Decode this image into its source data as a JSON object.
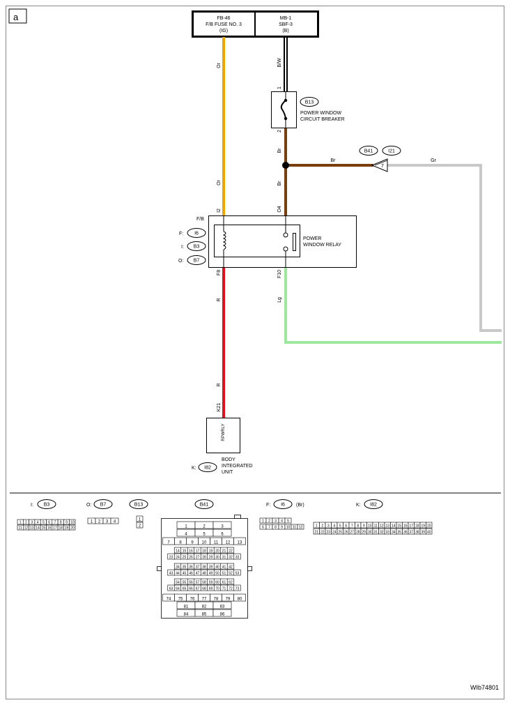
{
  "panel_label": "a",
  "fuse_box": {
    "left": {
      "line1": "FB-46",
      "line2": "F/B FUSE NO. 3",
      "line3": "(IG)"
    },
    "right": {
      "line1": "MB-1",
      "line2": "SBF-3",
      "line3": "(B)"
    }
  },
  "wires": {
    "or": "Or",
    "bw": "B/W",
    "br": "Br",
    "gr": "Gr",
    "lg": "Lg",
    "r": "R"
  },
  "pins": {
    "cb_top": "1",
    "cb_bottom": "2",
    "i2": "I2",
    "o4": "O4",
    "f8": "F8",
    "f10": "F10",
    "k21": "K21"
  },
  "circuit_breaker": {
    "id": "B13",
    "line1": "POWER WINDOW",
    "line2": "CIRCUIT BREAKER"
  },
  "junction": {
    "conn1": "B41",
    "conn2": "I21",
    "pin": "7"
  },
  "relay": {
    "fb_label": "F/B",
    "conns": [
      {
        "prefix": "F:",
        "id": "I6"
      },
      {
        "prefix": "I:",
        "id": "B3"
      },
      {
        "prefix": "O:",
        "id": "B7"
      }
    ],
    "line1": "POWER",
    "line2": "WINDOW RELAY"
  },
  "body_unit": {
    "inner": "RPWRLY",
    "prefix": "K:",
    "id": "I82",
    "line1": "BODY",
    "line2": "INTEGRATED",
    "line3": "UNIT"
  },
  "connectors": {
    "b3": {
      "prefix": "I:",
      "id": "B3",
      "row1": [
        "1",
        "2",
        "3",
        "4",
        "5",
        "6",
        "7",
        "8",
        "9",
        "10"
      ],
      "row2": [
        "11",
        "12",
        "13",
        "14",
        "15",
        "16",
        "17",
        "18",
        "19",
        "20"
      ]
    },
    "b7": {
      "prefix": "O:",
      "id": "B7",
      "pins": [
        "1",
        "2",
        "3",
        "4"
      ]
    },
    "b13": {
      "id": "B13",
      "pins": [
        "1",
        "2"
      ]
    },
    "b41": {
      "id": "B41",
      "rows": [
        [
          "1",
          "2",
          "3"
        ],
        [
          "4",
          "5",
          "6"
        ],
        [
          "7",
          "8",
          "9",
          "10",
          "11",
          "12",
          "13"
        ],
        [
          "14",
          "15",
          "16",
          "17",
          "18",
          "19",
          "20",
          "21",
          "22"
        ],
        [
          "23",
          "24",
          "25",
          "26",
          "27",
          "28",
          "29",
          "30",
          "31",
          "32",
          "33"
        ],
        [
          "34",
          "35",
          "36",
          "37",
          "38",
          "39",
          "40",
          "41",
          "42"
        ],
        [
          "43",
          "44",
          "45",
          "46",
          "47",
          "48",
          "49",
          "50",
          "51",
          "52",
          "53"
        ],
        [
          "54",
          "55",
          "56",
          "57",
          "58",
          "59",
          "60",
          "61",
          "62"
        ],
        [
          "63",
          "64",
          "65",
          "66",
          "67",
          "68",
          "69",
          "70",
          "71",
          "72",
          "73"
        ],
        [
          "74",
          "75",
          "76",
          "77",
          "78",
          "79",
          "80"
        ],
        [
          "81",
          "82",
          "83"
        ],
        [
          "84",
          "85",
          "86"
        ]
      ]
    },
    "i6": {
      "prefix": "F:",
      "id": "I6",
      "suffix": "(Br)",
      "row1": [
        "1",
        "2",
        "3",
        "4",
        "5"
      ],
      "row2": [
        "6",
        "7",
        "8",
        "9",
        "10",
        "11",
        "12"
      ]
    },
    "i82": {
      "prefix": "K:",
      "id": "I82",
      "row1": [
        "1",
        "2",
        "3",
        "4",
        "5",
        "6",
        "7",
        "8",
        "9",
        "10",
        "11",
        "12",
        "13",
        "14",
        "15",
        "16",
        "17",
        "18",
        "19",
        "20"
      ],
      "row2": [
        "21",
        "22",
        "23",
        "24",
        "25",
        "26",
        "27",
        "28",
        "29",
        "30",
        "31",
        "32",
        "33",
        "34",
        "35",
        "36",
        "37",
        "38",
        "39",
        "40"
      ]
    }
  },
  "figure_code": "WIb74801",
  "colors": {
    "orange": "#f0a500",
    "brown": "#7a3e0c",
    "gray": "#c8c8c8",
    "light_green": "#9ce89c",
    "red": "#e0101c",
    "black": "#000000"
  }
}
